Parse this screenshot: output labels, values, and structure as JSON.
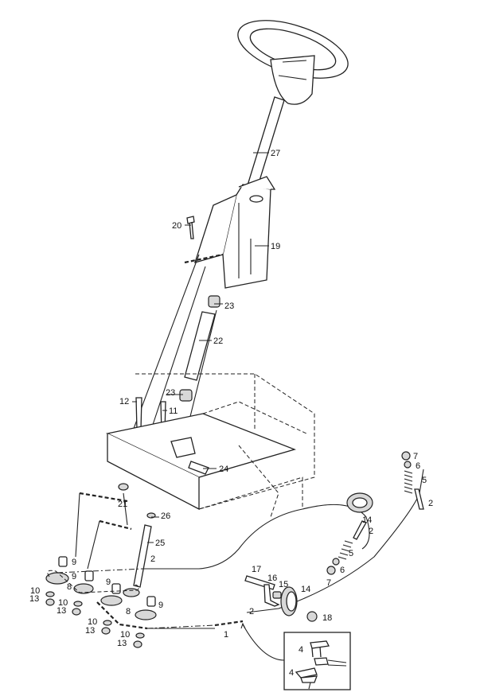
{
  "callouts": {
    "c27": "27",
    "c20": "20",
    "c19": "19",
    "c23a": "23",
    "c22": "22",
    "c23b": "23",
    "c12": "12",
    "c11": "11",
    "c24": "24",
    "c21": "21",
    "c26": "26",
    "c25": "25",
    "c2a": "2",
    "c9a": "9",
    "c9b": "9",
    "c9c": "9",
    "c9d": "9",
    "c8a": "8",
    "c8b": "8",
    "c10a": "10",
    "c13a": "13",
    "c10b": "10",
    "c13b": "13",
    "c10c": "10",
    "c13c": "13",
    "c10d": "10",
    "c13d": "13",
    "c7a": "7",
    "c6a": "6",
    "c5a": "5",
    "c2b": "2",
    "c14a": "14",
    "c2c": "2",
    "c5b": "5",
    "c6b": "6",
    "c7b": "7",
    "c17": "17",
    "c16": "16",
    "c15": "15",
    "c14b": "14",
    "c18": "18",
    "c2d": "2",
    "c1": "1",
    "c4a": "4",
    "c4b": "4"
  }
}
